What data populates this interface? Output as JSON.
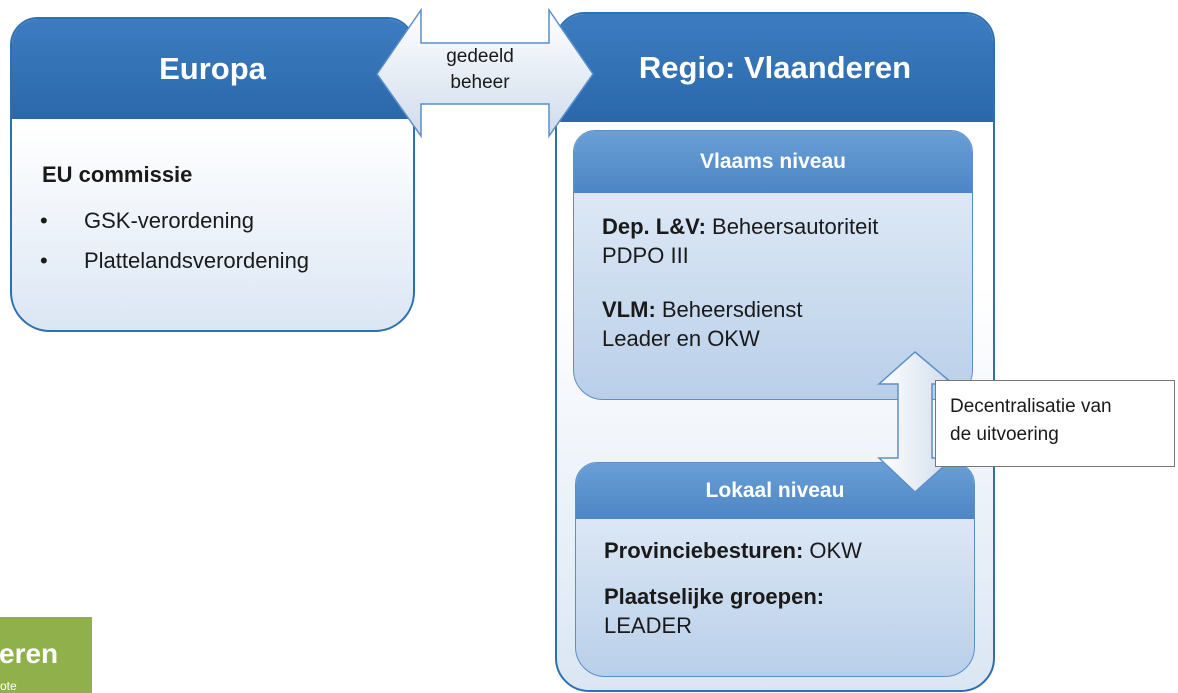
{
  "europa": {
    "title": "Europa",
    "body_heading": "EU commissie",
    "bullets": [
      "GSK-verordening",
      "Plattelandsverordening"
    ]
  },
  "shared_arrow": {
    "line1": "gedeeld",
    "line2": "beheer"
  },
  "regio": {
    "title": "Regio: Vlaanderen",
    "vlaams": {
      "title": "Vlaams niveau",
      "entry1_label": "Dep. L&V:",
      "entry1_text_line1": " Beheersautoriteit",
      "entry1_text_line2": "PDPO III",
      "entry2_label": "VLM:",
      "entry2_text_line1": " Beheersdienst",
      "entry2_text_line2": "Leader en OKW"
    },
    "lokaal": {
      "title": "Lokaal niveau",
      "entry1_label": "Provinciebesturen:",
      "entry1_text": " OKW",
      "entry2_label": "Plaatselijke groepen:",
      "entry2_text": "LEADER"
    }
  },
  "callout": {
    "line1": "Decentralisatie van",
    "line2": "de uitvoering"
  },
  "logo": {
    "text": "eren",
    "subtext": "ote"
  },
  "colors": {
    "header_blue": "#2e6faf",
    "subheader_blue": "#5b8fc9",
    "logo_green": "#8fb04a"
  }
}
